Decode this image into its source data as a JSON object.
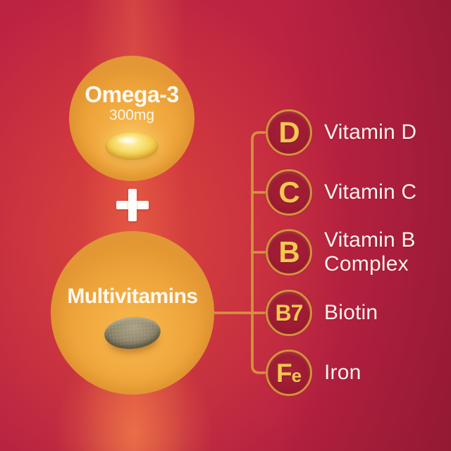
{
  "infographic": {
    "omega_circle": {
      "title": "Omega-3",
      "dose": "300mg"
    },
    "plus_sign": "+",
    "multi_circle": {
      "title": "Multivitamins"
    },
    "vitamin_list": {
      "items": [
        {
          "symbol": "D",
          "symbol_small": "",
          "label": "Vitamin D"
        },
        {
          "symbol": "C",
          "symbol_small": "",
          "label": "Vitamin C"
        },
        {
          "symbol": "B",
          "symbol_small": "",
          "label": "Vitamin B Complex"
        },
        {
          "symbol": "B7",
          "symbol_small": "",
          "label": "Biotin"
        },
        {
          "symbol": "F",
          "symbol_small": "e",
          "label": "Iron"
        }
      ]
    },
    "colors": {
      "background_red": "#B92142",
      "background_dark_corner": "#94182F",
      "glow_orange": "#EE683A",
      "circle_orange": "#EFA63C",
      "connector_gold": "#D6923E",
      "badge_fill": "#9C1B33",
      "badge_ring_gold": "#D3903E",
      "badge_letter_gold": "#F3C852",
      "text_white": "#FFF9F2"
    }
  }
}
